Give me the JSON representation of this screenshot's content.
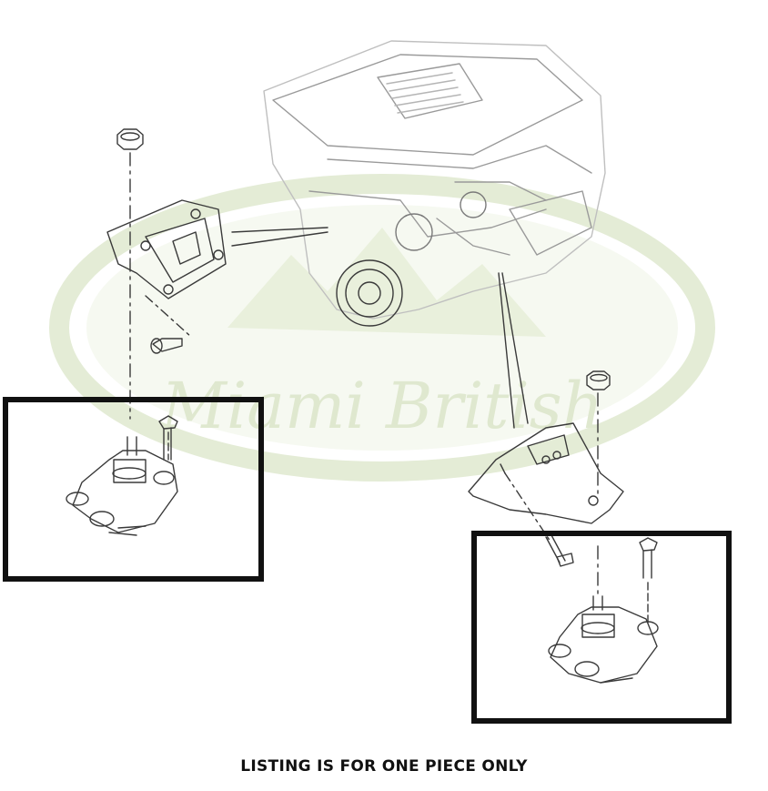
{
  "caption": "LISTING IS FOR ONE PIECE ONLY",
  "watermark": {
    "text": "Miami British",
    "color": "#dfe8cf",
    "ring_color": "#e4ecd6"
  },
  "colors": {
    "line": "#3a3a3a",
    "faint_line": "#9a9a9a",
    "frame": "#111111"
  },
  "figure": {
    "parts": [
      "engine-block",
      "engine-mount-bracket-left",
      "engine-mount-bracket-right",
      "engine-mount-left",
      "engine-mount-right",
      "bolt",
      "nut"
    ]
  }
}
